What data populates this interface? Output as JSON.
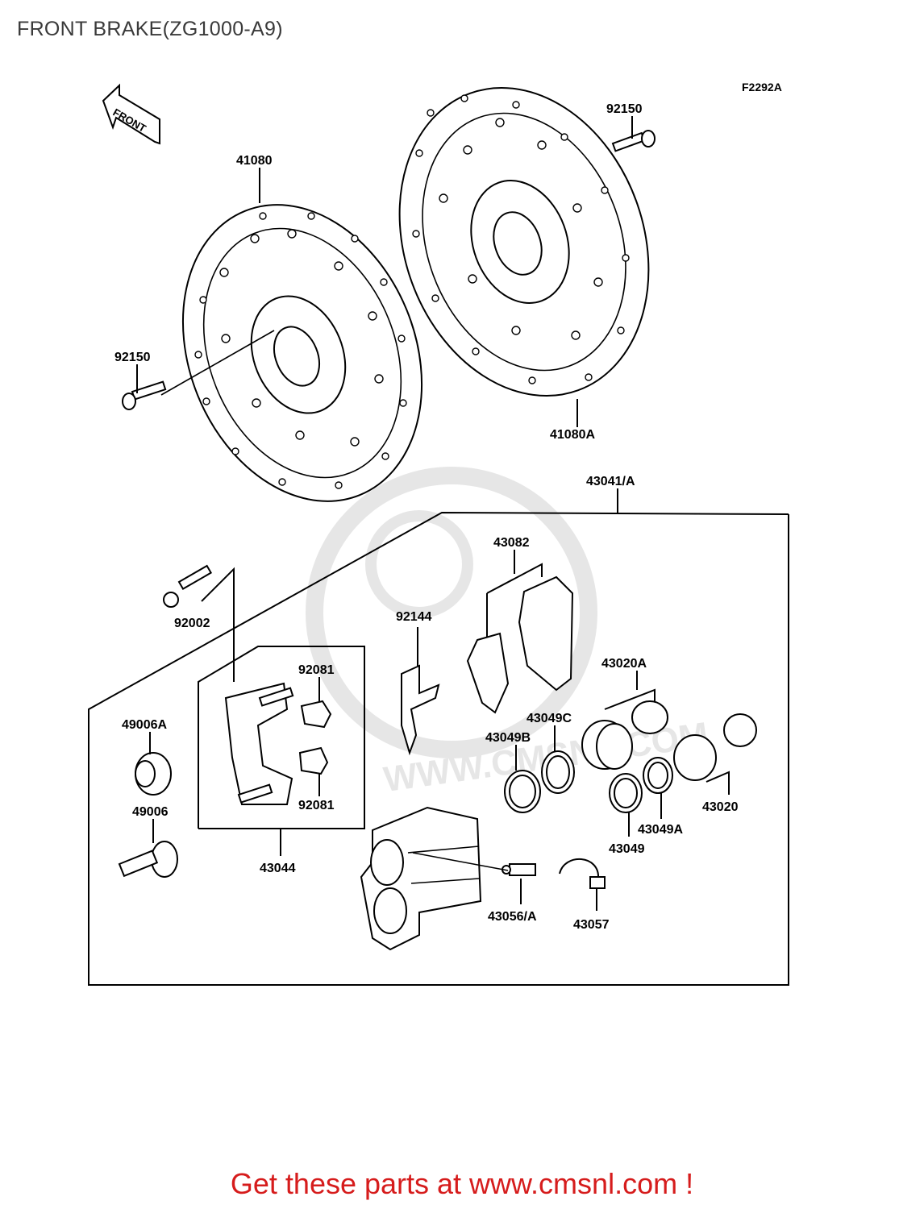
{
  "page_title": "FRONT BRAKE(ZG1000-A9)",
  "figure_code": "F2292A",
  "front_arrow_label": "FRONT",
  "watermark_text": "WWW.CMSNL.COM",
  "footer_link": "Get these parts at www.cmsnl.com !",
  "footer_color": "#d61c1c",
  "parts": {
    "p41080": "41080",
    "p41080a": "41080A",
    "p92150_top": "92150",
    "p92150_left": "92150",
    "p43041a": "43041/A",
    "p43082": "43082",
    "p92144": "92144",
    "p92002": "92002",
    "p92081_top": "92081",
    "p92081_bottom": "92081",
    "p43020a": "43020A",
    "p43049c": "43049C",
    "p43049b": "43049B",
    "p49006a": "49006A",
    "p49006": "49006",
    "p43044": "43044",
    "p43049": "43049",
    "p43049a": "43049A",
    "p43020": "43020",
    "p43056a": "43056/A",
    "p43057": "43057"
  }
}
